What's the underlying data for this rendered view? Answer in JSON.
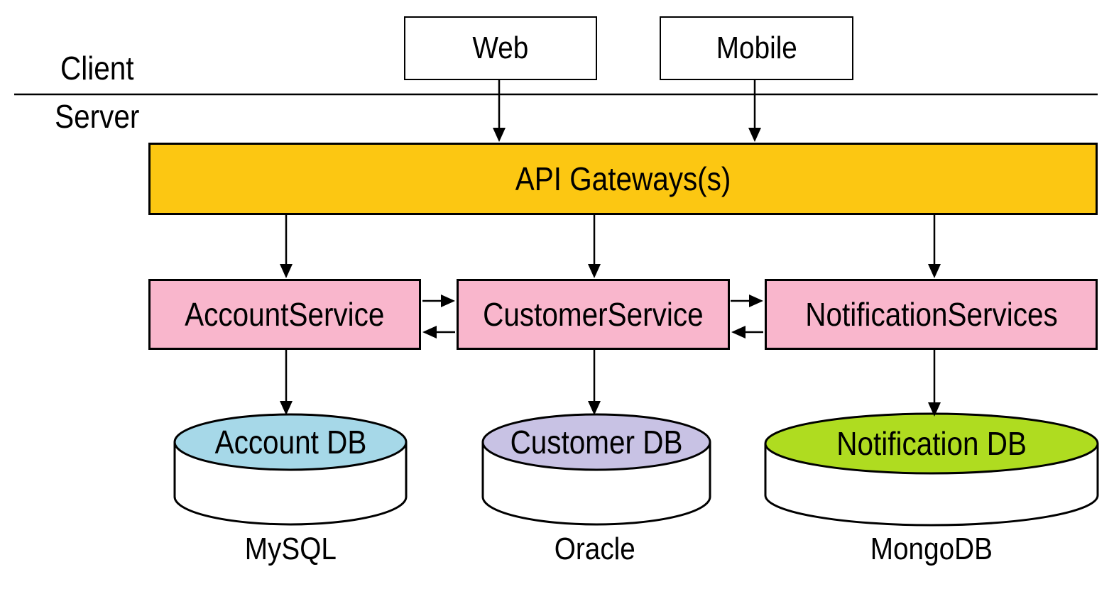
{
  "diagram": {
    "tier_labels": {
      "client": "Client",
      "server": "Server"
    },
    "clients": [
      {
        "label": "Web"
      },
      {
        "label": "Mobile"
      }
    ],
    "gateway": {
      "label": "API Gateways(s)",
      "fill": "#FCC712"
    },
    "services": [
      {
        "label": "AccountService",
        "fill": "#F9B6CC"
      },
      {
        "label": "CustomerService",
        "fill": "#F9B6CC"
      },
      {
        "label": "NotificationServices",
        "fill": "#F9B6CC"
      }
    ],
    "databases": [
      {
        "label": "Account DB",
        "engine": "MySQL",
        "fill": "#A6D8E8"
      },
      {
        "label": "Customer DB",
        "engine": "Oracle",
        "fill": "#C8C2E4"
      },
      {
        "label": "Notification DB",
        "engine": "MongoDB",
        "fill": "#AFDC20"
      }
    ],
    "edge_color": "#000000",
    "background": "#FFFFFF"
  }
}
